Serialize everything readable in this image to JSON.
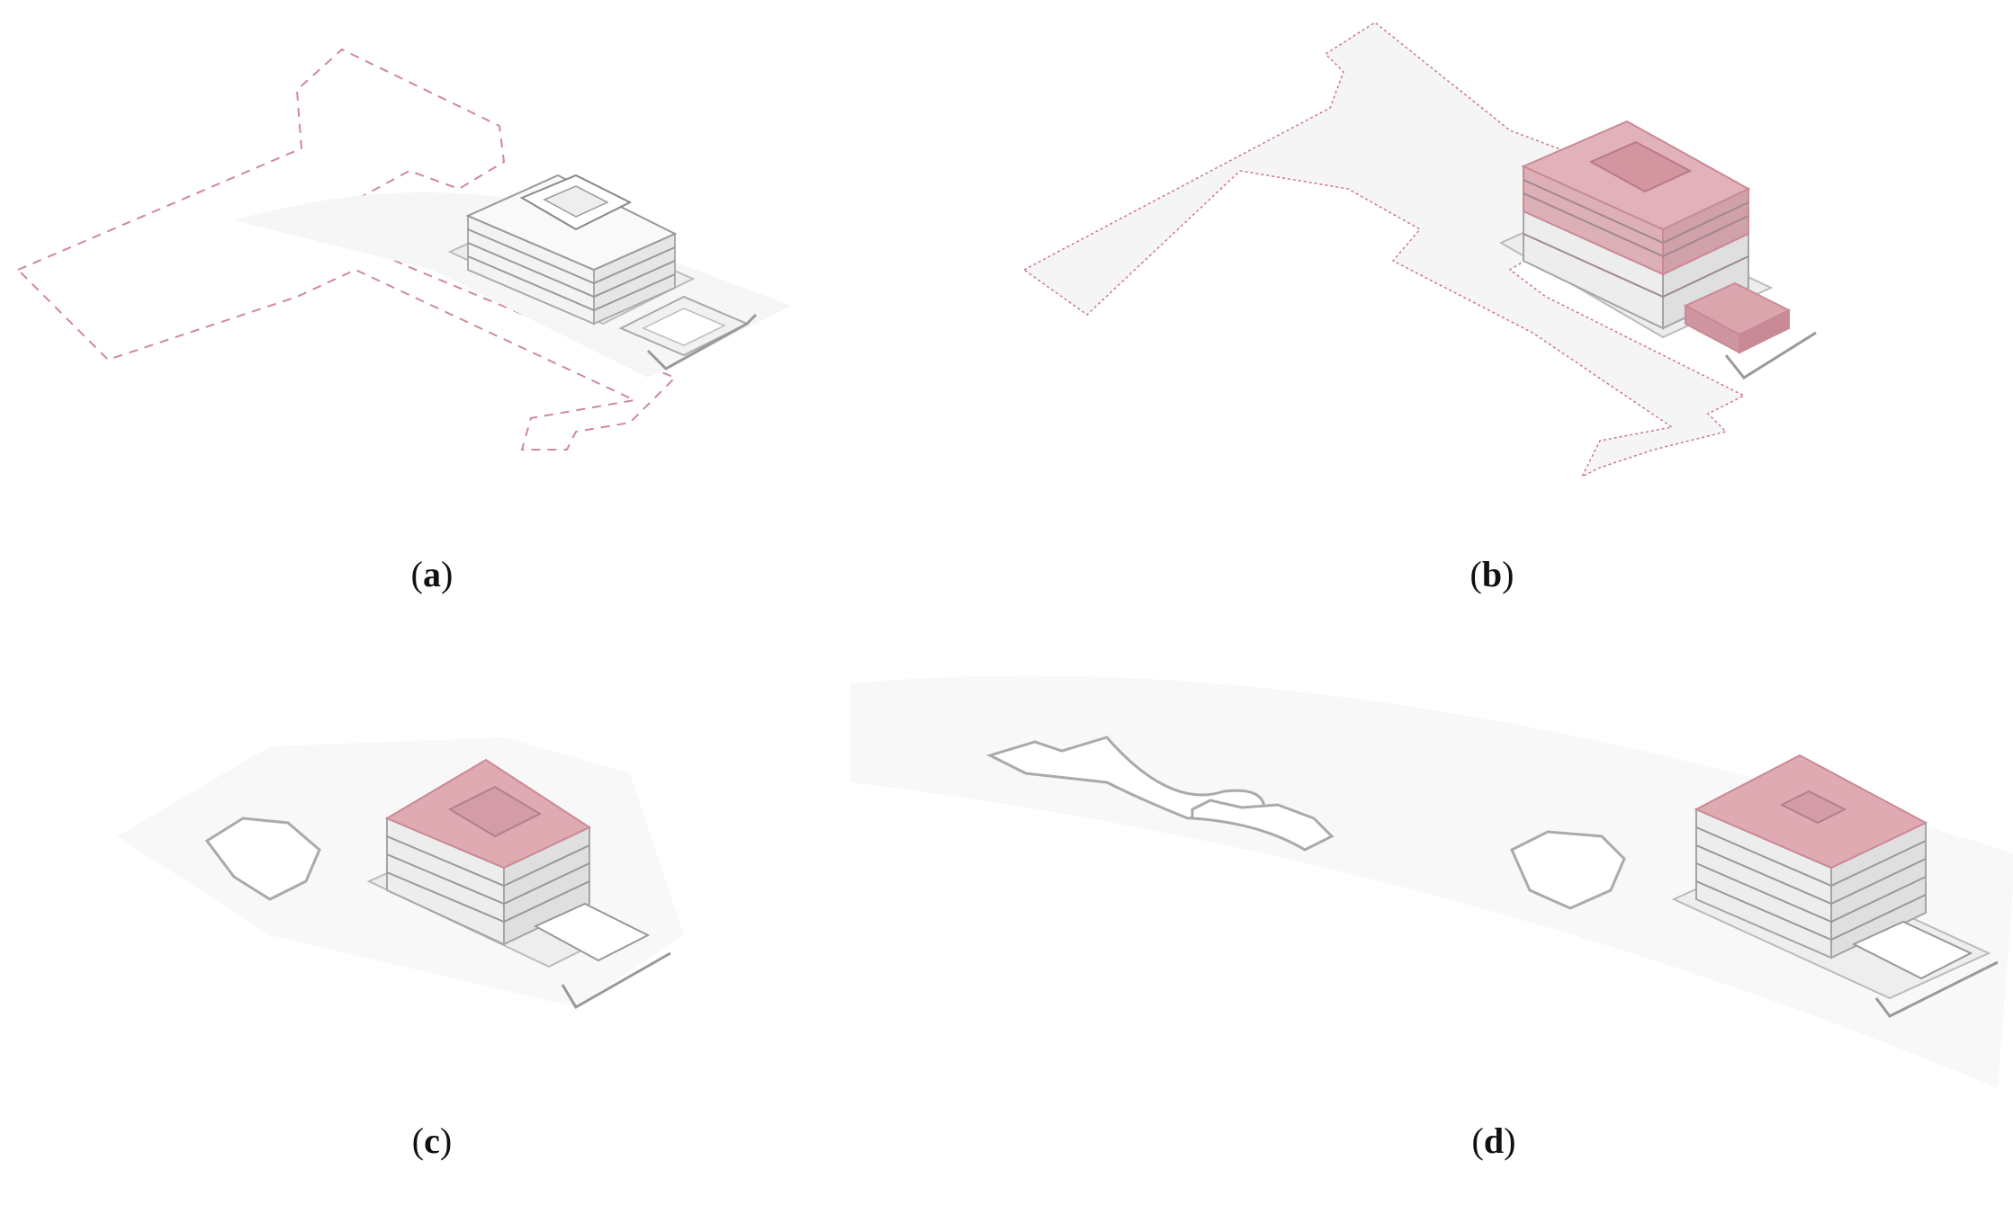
{
  "figure": {
    "panels": [
      {
        "id": "a",
        "caption_open": "(",
        "caption_letter": "a",
        "caption_close": ")"
      },
      {
        "id": "b",
        "caption_open": "(",
        "caption_letter": "b",
        "caption_close": ")"
      },
      {
        "id": "c",
        "caption_open": "(",
        "caption_letter": "c",
        "caption_close": ")"
      },
      {
        "id": "d",
        "caption_open": "(",
        "caption_letter": "d",
        "caption_close": ")"
      }
    ],
    "colors": {
      "highlight": "#d9a3ad",
      "highlight_stroke": "#c98a96",
      "dashed_outline": "#cf8a94",
      "building": "#f2f2f2",
      "building_shadow": "#d8d8d8",
      "ground": "#f7f7f7"
    }
  }
}
